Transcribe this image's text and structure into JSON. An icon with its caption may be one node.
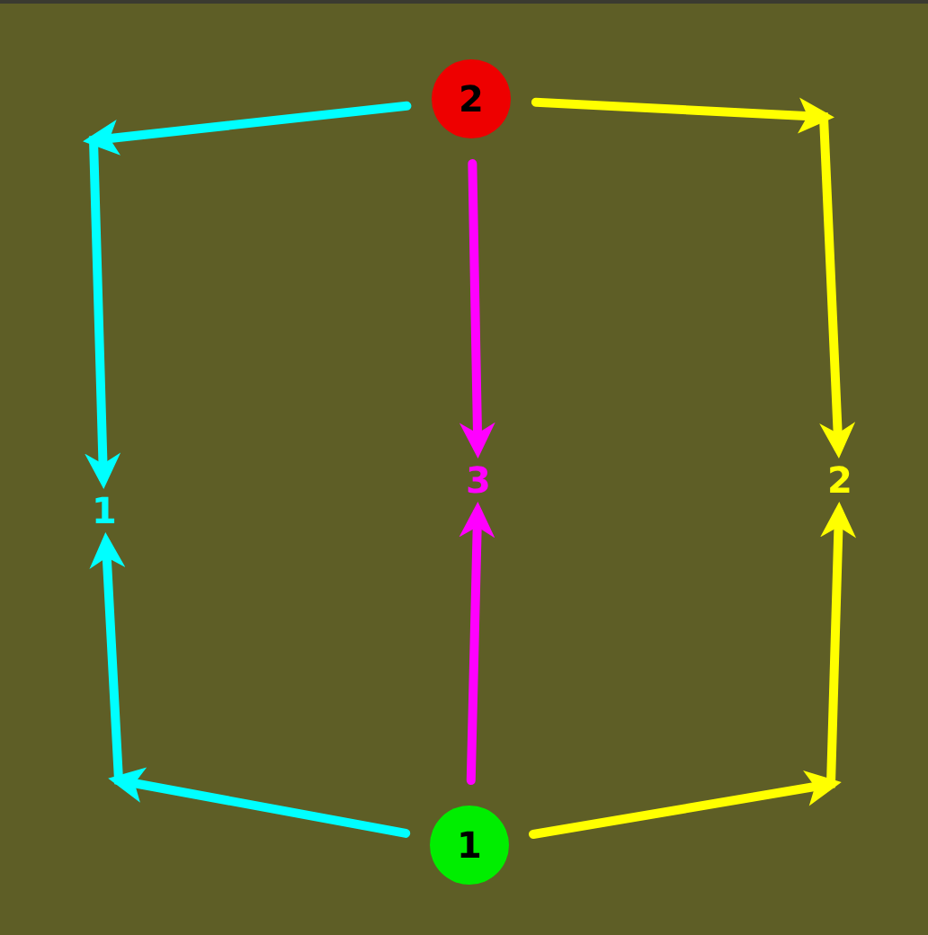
{
  "diagram": {
    "nodes": [
      {
        "text": [
          "2"
        ]
      },
      {
        "text": [
          "1"
        ]
      },
      {
        "text": [
          "3"
        ]
      },
      {
        "text": [
          "2"
        ]
      },
      {
        "text": [
          "1"
        ]
      }
    ],
    "edges": [
      {
        "from": 0,
        "to": 1,
        "arrow": "to",
        "color": "#00ffff"
      },
      {
        "from": 4,
        "to": 1,
        "arrow": "to",
        "color": "#00ffff"
      },
      {
        "from": 0,
        "to": 2,
        "arrow": "to",
        "color": "#ff00ff"
      },
      {
        "from": 4,
        "to": 2,
        "arrow": "to",
        "color": "#ff00ff"
      },
      {
        "from": 0,
        "to": 3,
        "arrow": "to",
        "color": "#ffff00"
      },
      {
        "from": 4,
        "to": 3,
        "arrow": "to",
        "color": "#ffff00"
      }
    ]
  }
}
